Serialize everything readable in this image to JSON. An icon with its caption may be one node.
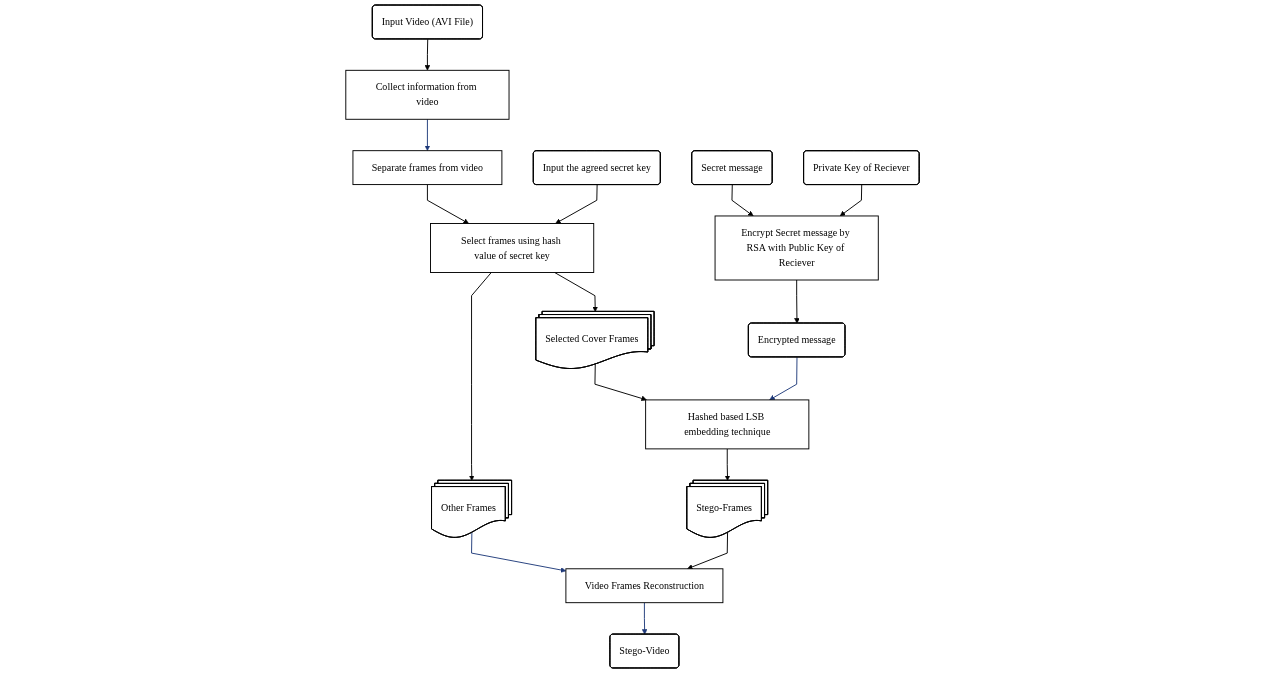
{
  "diagram": {
    "nodes": [
      {
        "text": [
          "Input Video (AVI File)"
        ]
      },
      {
        "text": [
          "Collect information from video"
        ]
      },
      {
        "text": [
          "Separate frames from video"
        ]
      },
      {
        "text": [
          "Select frames using hash value of secret key"
        ]
      },
      {
        "text": [
          "Other Frames"
        ]
      },
      {
        "text": [
          "Selected Cover Frames"
        ]
      },
      {
        "text": [
          "Video Frames Reconstruction"
        ]
      },
      {
        "text": [
          "Stego-Video"
        ]
      },
      {
        "text": [
          "Input the agreed secret key"
        ]
      },
      {
        "text": [
          "Secret message"
        ]
      },
      {
        "text": [
          "Private Key of Reciever"
        ]
      },
      {
        "text": [
          "Encrypt Secret message by RSA with Public Key of Reciever"
        ]
      },
      {
        "text": [
          "Encrypted message"
        ]
      },
      {
        "text": [
          "Hashed based LSB embedding technique"
        ]
      },
      {
        "text": [
          "Stego-Frames"
        ]
      }
    ],
    "edges": [
      {
        "from": 0,
        "to": 1,
        "arrow": "to"
      },
      {
        "from": 1,
        "to": 2,
        "arrow": "to",
        "color": "#1f3a7a"
      },
      {
        "from": 2,
        "to": 3,
        "arrow": "to"
      },
      {
        "from": 3,
        "to": 4,
        "arrow": "to"
      },
      {
        "from": 3,
        "to": 5,
        "arrow": "to"
      },
      {
        "from": 4,
        "to": 6,
        "arrow": "to",
        "color": "#1f3a7a"
      },
      {
        "from": 6,
        "to": 7,
        "arrow": "to",
        "color": "#1f3a7a"
      },
      {
        "from": 8,
        "to": 3,
        "arrow": "to"
      },
      {
        "from": 9,
        "to": 11,
        "arrow": "to"
      },
      {
        "from": 10,
        "to": 11,
        "arrow": "to"
      },
      {
        "from": 11,
        "to": 12,
        "arrow": "to"
      },
      {
        "from": 12,
        "to": 13,
        "arrow": "to",
        "color": "#1f3a7a"
      },
      {
        "from": 5,
        "to": 13,
        "arrow": "to"
      },
      {
        "from": 13,
        "to": 14,
        "arrow": "to"
      },
      {
        "from": 14,
        "to": 6,
        "arrow": "to"
      }
    ]
  }
}
